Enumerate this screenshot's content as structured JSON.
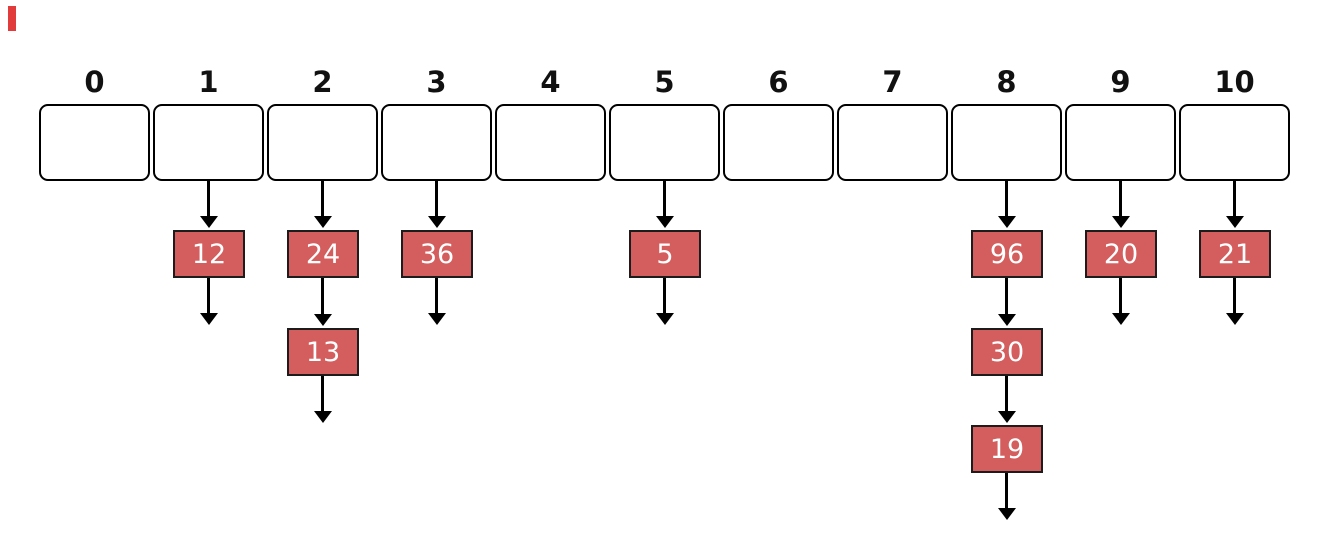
{
  "diagram": {
    "type": "hash-table-separate-chaining",
    "bucket_count": 11,
    "buckets": [
      {
        "label": "0",
        "chain": []
      },
      {
        "label": "1",
        "chain": [
          "12"
        ]
      },
      {
        "label": "2",
        "chain": [
          "24",
          "13"
        ]
      },
      {
        "label": "3",
        "chain": [
          "36"
        ]
      },
      {
        "label": "4",
        "chain": []
      },
      {
        "label": "5",
        "chain": [
          "5"
        ]
      },
      {
        "label": "6",
        "chain": []
      },
      {
        "label": "7",
        "chain": []
      },
      {
        "label": "8",
        "chain": [
          "96",
          "30",
          "19"
        ]
      },
      {
        "label": "9",
        "chain": [
          "20"
        ]
      },
      {
        "label": "10",
        "chain": [
          "21"
        ]
      }
    ],
    "colors": {
      "background": "#ffffff",
      "node_fill": "#d45d5d",
      "node_border": "#1c1c1c",
      "node_text": "#ffffff",
      "bucket_border": "#000000",
      "bucket_fill": "#ffffff",
      "label_text": "#111111",
      "arrow": "#000000",
      "corner_marker": "#e23b3b"
    }
  }
}
